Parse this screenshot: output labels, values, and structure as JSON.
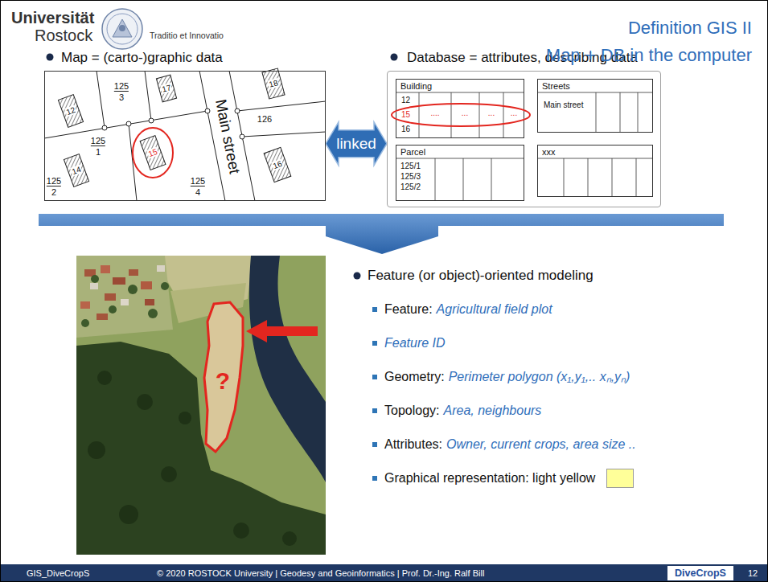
{
  "diagram": {
    "title": "Definition GIS II",
    "nodes": [
      {
        "text": [
          "Map = (carto-)graphic data"
        ]
      },
      {
        "text": [
          "Database = attributes, describing data"
        ]
      },
      {
        "text": [
          "Building",
          "12",
          "15",
          "16",
          "....",
          "...",
          "...",
          "..."
        ],
        "in": 1
      },
      {
        "text": [
          "Streets",
          "Main street"
        ],
        "in": 1
      },
      {
        "text": [
          "Parcel",
          "125/1",
          "125/3",
          "125/2"
        ],
        "in": 1
      },
      {
        "text": [
          "xxx"
        ],
        "in": 1
      }
    ],
    "edges": [
      {
        "from": 0,
        "to": 1,
        "arrow": "both",
        "label": "linked"
      }
    ],
    "labels": [
      "Universität",
      "Rostock",
      "Traditio et Innovatio",
      "Map + DB in the computer",
      "125",
      "3",
      "17",
      "12",
      "125",
      "1",
      "126",
      "18",
      "Main street",
      "14",
      "15",
      "16",
      "125",
      "2",
      "125",
      "4",
      "?",
      "Feature (or object)-oriented modeling",
      "Feature:",
      "Agricultural field plot",
      "Feature ID",
      "Geometry:",
      "Perimeter polygon (x₁,y₁,.. xₙ,yₙ)",
      "Topology:",
      "Area, neighbours",
      "Attributes:",
      "Owner, current crops, area size ..",
      "GIS_DiveCropS",
      "© 2020 ROSTOCK University | Geodesy and Geoinformatics | Prof. Dr.-Ing. Ralf Bill",
      "DiveCropS",
      "12"
    ],
    "legend": [
      {
        "text": "Graphical representation: light yellow",
        "color": "#ffff99"
      }
    ]
  }
}
